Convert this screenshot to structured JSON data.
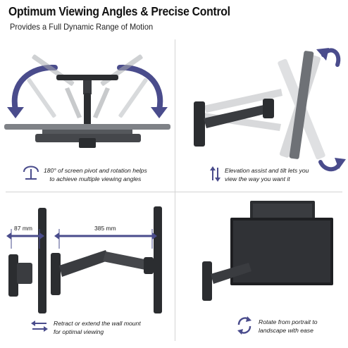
{
  "header": {
    "title": "Optimum Viewing Angles & Precise Control",
    "subtitle": "Provides a Full Dynamic Range of Motion"
  },
  "panels": {
    "pivot": {
      "caption_line1": "180° of screen pivot and rotation helps",
      "caption_line2": "to achieve multiple viewing angles",
      "icon": "pivot-icon"
    },
    "tilt": {
      "caption_line1": "Elevation assist and tilt lets you",
      "caption_line2": "view the way you want it",
      "icon": "up-down-arrows-icon"
    },
    "extend": {
      "dim_small": "87 mm",
      "dim_large": "385 mm",
      "caption_line1": "Retract or extend the wall mount",
      "caption_line2": "for optimal viewing",
      "icon": "left-right-arrows-icon"
    },
    "rotate": {
      "caption_line1": "Rotate from portrait to",
      "caption_line2": "landscape with ease",
      "icon": "rotate-icon"
    }
  },
  "colors": {
    "accent": "#4a4c8c",
    "arm_dark": "#2b2d30",
    "ghost": "#b9bcc0"
  }
}
